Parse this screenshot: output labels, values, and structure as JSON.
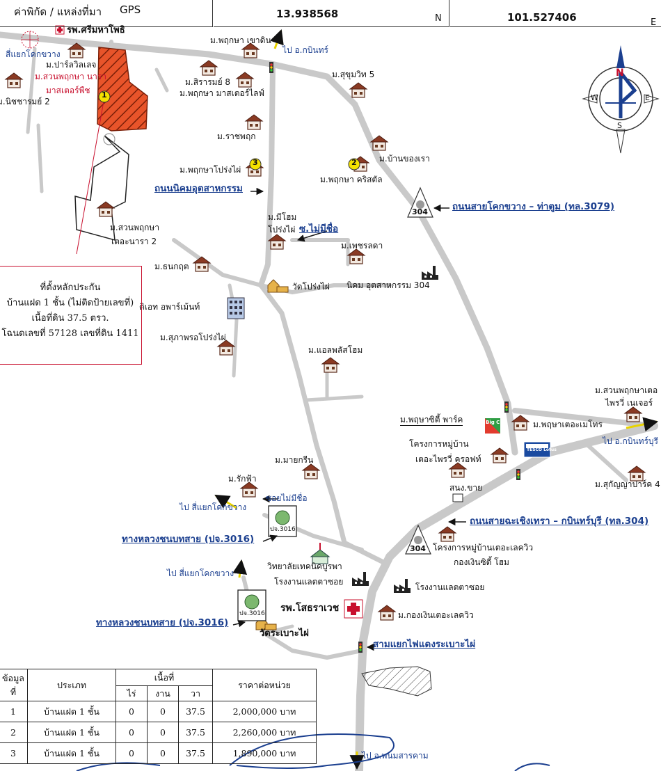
{
  "header": {
    "coord_label": "ค่าพิกัด / แหล่งที่มา",
    "source": "GPS",
    "lat": "13.938568",
    "lat_suffix": "N",
    "lng": "101.527406",
    "lng_suffix": "E"
  },
  "compass": {
    "n": "N",
    "s": "S",
    "e": "E",
    "w": "W"
  },
  "places": {
    "hospital_top": "รพ.ศรีมหาโพธิ",
    "intersection_kokkwang": "สี่แยกโคกขวาง",
    "parn_village": "ม.ปาร์ลวิลเลจ",
    "suan_pruksa_nara": "ม.สวนพฤกษา นารา",
    "master_pich": "มาสเตอร์พืช",
    "nicharam": "ม.นิชชารมย์ 2",
    "pruksa_khaodin": "ม.พฤกษา เขาดิน",
    "to_kabinburi": "ไป อ.กบินทร์",
    "sirarom": "ม.สิรารมย์ 8",
    "pruksa_master_life": "ม.พฤกษา มาสเตอร์ไลฟ์",
    "sukhumvit5": "ม.สุขุมวิท 5",
    "ratchaphruek": "ม.ราชพฤก",
    "baan_khong_rao": "ม.บ้านของเรา",
    "pruksa_prongphai": "ม.พฤกษาโปร่งไผ่",
    "pruksa_crystal": "ม.พฤกษา คริสตัล",
    "mee_home": "ม.มีโฮม",
    "prongphai": "โปร่งไผ่",
    "suan_pruksa_nara2_a": "ม.สวนพฤกษา",
    "suan_pruksa_nara2_b": "เตอะนารา 2",
    "petcharada": "ม.เพชรลดา",
    "thanakrit": "ม.ธนกฤต",
    "wat_prongphai": "วัดโปร่งไผ่",
    "nikhom_304": "นิคม อุตสาหกรรม 304",
    "d_apartment": "ดิเอท อพาร์เม้นท์",
    "suphaporn": "ม.สุภาพรอโปร่งไผ่",
    "el_plus": "ม.แอลพลัสโฮม",
    "suan_pruksa_tr_a": "ม.สวนพฤกษาเตอ",
    "suan_pruksa_tr_b": "ไพรวี่ เนเจอร์",
    "pruksa_city_park": "ม.พฤษาซิตี้ พาร์ค",
    "pruksa_the_metro": "ม.พฤษาเตอะเมโทร",
    "to_kabinburi2": "ไป อ.กบินทร์บุรี",
    "project_priv_a": "โครงการหมู่บ้าน",
    "project_priv_b": "เตอะไพรวี่ ครอฟท์",
    "sukanya": "ม.สุกัญญาปาร์ค 4",
    "mai_green": "ม.มายกรีน",
    "sno_khai": "สนง.ขาย",
    "rakfa": "ม.รักฟ้า",
    "soi_no_name": "ซอยไม่มีชื่อ",
    "to_kokkwang": "ไป สี่แยกโคกขวาง",
    "project_villa_a": "โครงการหมู่บ้านเตอะเลควิว",
    "project_villa_b": "กองเงินซิตี้ โฮม",
    "tech_college": "วิทยาลัยเทคนิคบูรพา",
    "factory1": "โรงงานแลตตาซอย",
    "factory2": "โรงงานแลตตาซอย",
    "to_kokkwang2": "ไป สี่แยกโคกขวาง",
    "hospital_sothorn": "รพ.โสธราเวช",
    "kongngern": "ม.กองเงินเตอะเลควิว",
    "wat_rabao": "วัดระเบาะไผ่",
    "to_phanom": "ไป อ.พนมสารคาม"
  },
  "roads": {
    "nikhom_road": "ถนนนิคมอุตสาหกรรม",
    "soi_unnamed": "ซ.ไม่มีชื่อ",
    "road_3079": "ถนนสายโคกขวาง – ท่าตูม (ทล.3079)",
    "road_304": "ถนนสายฉะเชิงเทรา – กบินทร์บุรี (ทล.304)",
    "road_3016_a": "ทางหลวงชนบทสาย (ปจ.3016)",
    "road_3016_b": "ทางหลวงชนบทสาย (ปจ.3016)",
    "intersection_rabao": "สามแยกไฟแดงระเบาะไผ่"
  },
  "shields": {
    "s304_a": "304",
    "s304_b": "304",
    "pj3016_a": "ปจ.3016",
    "pj3016_b": "ปจ.3016"
  },
  "markers": {
    "m1": "1",
    "m2": "2",
    "m3": "3"
  },
  "logos": {
    "bigc": "Big C",
    "tesco_lotus": "TESCO Lotus"
  },
  "info_box": {
    "title": "ที่ตั้งหลักประกัน",
    "line1": "บ้านแฝด 1 ชั้น (ไม่ติดป้ายเลขที่)",
    "line2": "เนื้อที่ดิน 37.5 ตรว.",
    "line3": "โฉนดเลขที่ 57128 เลขที่ดิน 1411"
  },
  "table": {
    "h_no": "ข้อมูลที่",
    "h_type": "ประเภท",
    "h_area": "เนื้อที่",
    "h_rai": "ไร่",
    "h_ngan": "งาน",
    "h_wa": "วา",
    "h_price": "ราคาต่อหน่วย",
    "rows": [
      {
        "no": "1",
        "type": "บ้านแฝด 1 ชั้น",
        "rai": "0",
        "ngan": "0",
        "wa": "37.5",
        "price": "2,000,000 บาท"
      },
      {
        "no": "2",
        "type": "บ้านแฝด 1 ชั้น",
        "rai": "0",
        "ngan": "0",
        "wa": "37.5",
        "price": "2,260,000 บาท"
      },
      {
        "no": "3",
        "type": "บ้านแฝด 1 ชั้น",
        "rai": "0",
        "ngan": "0",
        "wa": "37.5",
        "price": "1,890,000 บาท"
      }
    ]
  },
  "colors": {
    "road": "#c9c9c9",
    "parcel": "#e8542a",
    "accent_red": "#c8102e",
    "road_label": "#1b3f8f"
  }
}
